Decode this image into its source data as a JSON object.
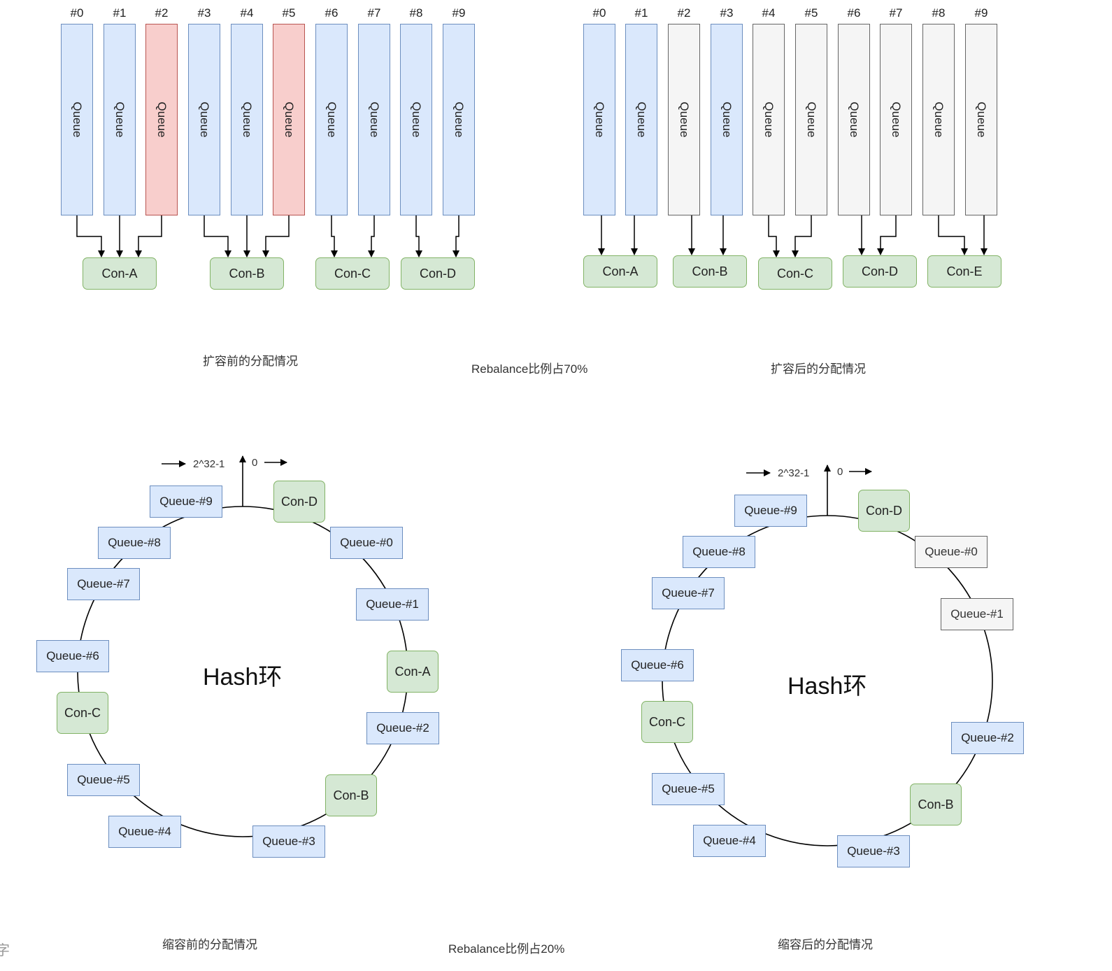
{
  "top": {
    "before": {
      "indices": [
        "#0",
        "#1",
        "#2",
        "#3",
        "#4",
        "#5",
        "#6",
        "#7",
        "#8",
        "#9"
      ],
      "queue_label": "Queue",
      "queue_states": [
        "normal",
        "normal",
        "moved",
        "normal",
        "normal",
        "moved",
        "normal",
        "normal",
        "normal",
        "normal"
      ],
      "consumers": [
        "Con-A",
        "Con-B",
        "Con-C",
        "Con-D"
      ],
      "caption": "扩容前的分配情况"
    },
    "after": {
      "indices": [
        "#0",
        "#1",
        "#2",
        "#3",
        "#4",
        "#5",
        "#6",
        "#7",
        "#8",
        "#9"
      ],
      "queue_label": "Queue",
      "queue_states": [
        "normal",
        "normal",
        "rebalanced",
        "normal",
        "rebalanced",
        "rebalanced",
        "rebalanced",
        "rebalanced",
        "rebalanced",
        "rebalanced"
      ],
      "consumers": [
        "Con-A",
        "Con-B",
        "Con-C",
        "Con-D",
        "Con-E"
      ],
      "caption": "扩容后的分配情况"
    },
    "ratio": "Rebalance比例占70%"
  },
  "bottom": {
    "before": {
      "ring_label": "Hash环",
      "max_marker": "2^32-1",
      "zero_marker": "0",
      "consumers": [
        "Con-D",
        "Con-A",
        "Con-B",
        "Con-C"
      ],
      "queues": [
        "Queue-#0",
        "Queue-#1",
        "Queue-#2",
        "Queue-#3",
        "Queue-#4",
        "Queue-#5",
        "Queue-#6",
        "Queue-#7",
        "Queue-#8",
        "Queue-#9"
      ],
      "caption": "缩容前的分配情况"
    },
    "after": {
      "ring_label": "Hash环",
      "max_marker": "2^32-1",
      "zero_marker": "0",
      "consumers": [
        "Con-D",
        "Con-B",
        "Con-C"
      ],
      "queues": [
        "Queue-#0",
        "Queue-#1",
        "Queue-#2",
        "Queue-#3",
        "Queue-#4",
        "Queue-#5",
        "Queue-#6",
        "Queue-#7",
        "Queue-#8",
        "Queue-#9"
      ],
      "rebalanced_queues": [
        "Queue-#0",
        "Queue-#1"
      ],
      "caption": "缩容后的分配情况"
    },
    "ratio": "Rebalance比例占20%"
  },
  "stray_char": "字",
  "colors": {
    "queue_fill": "#dae8fc",
    "queue_stroke": "#6c8ebf",
    "moved_fill": "#f8cecc",
    "moved_stroke": "#b85450",
    "grey_fill": "#f5f5f5",
    "grey_stroke": "#666666",
    "con_fill": "#d5e8d4",
    "con_stroke": "#82b366"
  }
}
